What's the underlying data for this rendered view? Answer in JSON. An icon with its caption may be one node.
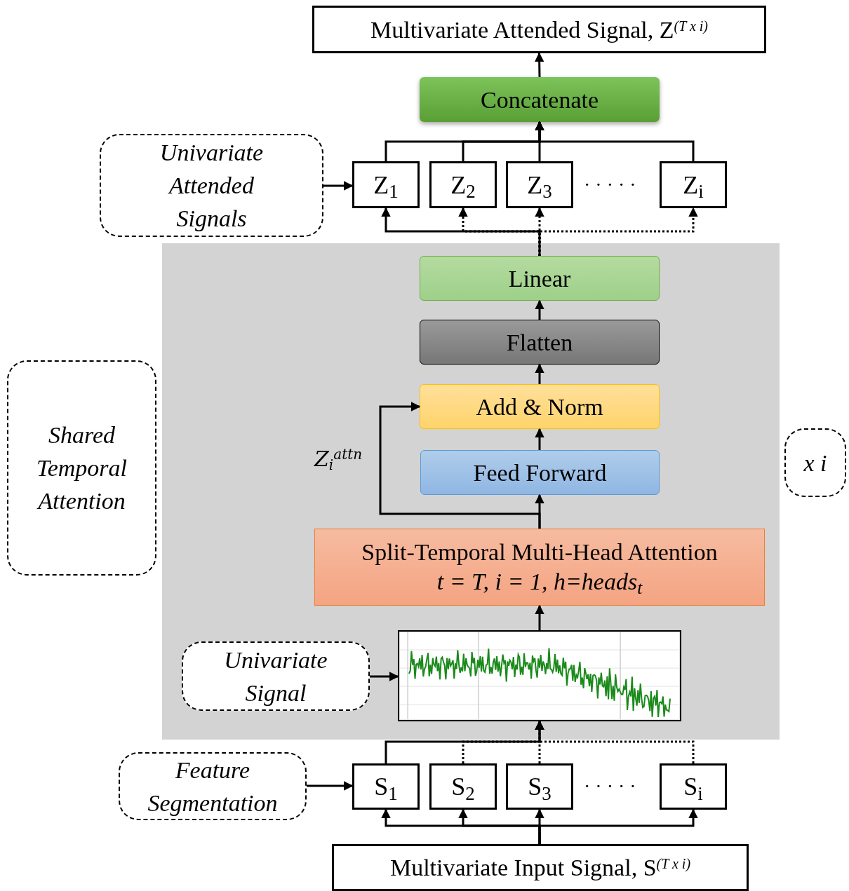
{
  "diagram": {
    "nodes": [
      {
        "text": [
          "Multivariate Attended Signal, Z$^{(T x i)}$"
        ]
      },
      {
        "text": [
          "Concatenate"
        ]
      },
      {
        "text": [
          "Univariate Attended Signals"
        ]
      },
      {
        "text": [
          "Z$_{1}$"
        ]
      },
      {
        "text": [
          "Z$_{2}$"
        ]
      },
      {
        "text": [
          "Z$_{3}$"
        ]
      },
      {
        "text": [
          "Z$_{i}$"
        ]
      },
      {
        "text": [],
        "shape": "box"
      },
      {
        "text": [
          "Linear"
        ],
        "in": 7
      },
      {
        "text": [
          "Flatten"
        ],
        "in": 7
      },
      {
        "text": [
          "Add & Norm"
        ],
        "in": 7
      },
      {
        "text": [
          "Feed Forward"
        ],
        "in": 7
      },
      {
        "text": [
          "Split-Temporal Multi-Head Attention",
          "t = T, i = 1, h=heads$_{t}$"
        ],
        "in": 7
      },
      {
        "text": [],
        "shape": "picture",
        "in": 7
      },
      {
        "text": [
          "Univariate Signal"
        ],
        "in": 7
      },
      {
        "text": [
          "Shared Temporal Attention"
        ]
      },
      {
        "text": [
          "x i"
        ]
      },
      {
        "text": [
          "Feature Segmentation"
        ]
      },
      {
        "text": [
          "S$_{1}$"
        ]
      },
      {
        "text": [
          "S$_{2}$"
        ]
      },
      {
        "text": [
          "S$_{3}$"
        ]
      },
      {
        "text": [
          "S$_{i}$"
        ]
      },
      {
        "text": [
          "Multivariate Input Signal, S$^{(T x i)}$"
        ]
      }
    ],
    "edges": [
      {
        "from": 1,
        "to": 0,
        "arrow": "to"
      },
      {
        "from": 3,
        "to": 1,
        "arrow": "to"
      },
      {
        "from": 4,
        "to": 1,
        "arrow": "to"
      },
      {
        "from": 5,
        "to": 1,
        "arrow": "to"
      },
      {
        "from": 6,
        "to": 1,
        "arrow": "to"
      },
      {
        "from": 2,
        "to": 3,
        "arrow": "to"
      },
      {
        "from": 8,
        "to": 3,
        "arrow": "to"
      },
      {
        "from": 8,
        "to": 4,
        "arrow": "to",
        "style": "dashed"
      },
      {
        "from": 8,
        "to": 5,
        "arrow": "to",
        "style": "dashed"
      },
      {
        "from": 8,
        "to": 6,
        "arrow": "to",
        "style": "dashed"
      },
      {
        "from": 9,
        "to": 8,
        "arrow": "to"
      },
      {
        "from": 10,
        "to": 9,
        "arrow": "to"
      },
      {
        "from": 11,
        "to": 10,
        "arrow": "to"
      },
      {
        "from": 12,
        "to": 11,
        "arrow": "to"
      },
      {
        "from": 12,
        "to": 10,
        "arrow": "to",
        "label": "Z$_{i}$$^{attn}$"
      },
      {
        "from": 13,
        "to": 12,
        "arrow": "to"
      },
      {
        "from": 14,
        "to": 13,
        "arrow": "to"
      },
      {
        "from": 18,
        "to": 13,
        "arrow": "to"
      },
      {
        "from": 19,
        "to": 13,
        "arrow": "to",
        "style": "dashed"
      },
      {
        "from": 20,
        "to": 13,
        "arrow": "to",
        "style": "dashed"
      },
      {
        "from": 21,
        "to": 13,
        "arrow": "to",
        "style": "dashed"
      },
      {
        "from": 17,
        "to": 18,
        "arrow": "to"
      },
      {
        "from": 22,
        "to": 18,
        "arrow": "to"
      },
      {
        "from": 22,
        "to": 19,
        "arrow": "to"
      },
      {
        "from": 22,
        "to": 20,
        "arrow": "to"
      },
      {
        "from": 22,
        "to": 21,
        "arrow": "to"
      }
    ],
    "labels": [
      "· · · · ·",
      "· · · · ·"
    ]
  }
}
